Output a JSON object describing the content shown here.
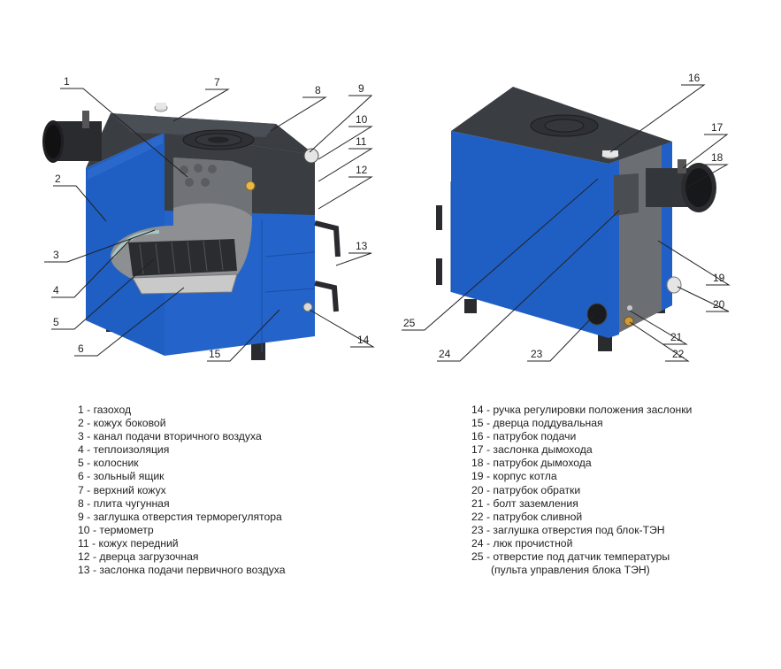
{
  "colors": {
    "body_blue": "#1f5fc4",
    "body_blue_dark": "#174a9c",
    "top_dark": "#3a3d42",
    "panel_gray": "#6b6e73",
    "refractory": "#8d8f93"
  },
  "callouts": {
    "n1": "1",
    "n2": "2",
    "n3": "3",
    "n4": "4",
    "n5": "5",
    "n6": "6",
    "n7": "7",
    "n8": "8",
    "n9": "9",
    "n10": "10",
    "n11": "11",
    "n12": "12",
    "n13": "13",
    "n14": "14",
    "n15": "15",
    "n16": "16",
    "n17": "17",
    "n18": "18",
    "n19": "19",
    "n20": "20",
    "n21": "21",
    "n22": "22",
    "n23": "23",
    "n24": "24",
    "n25": "25"
  },
  "legend_left": [
    "1 - газоход",
    "2 - кожух боковой",
    "3 - канал подачи вторичного воздуха",
    "4 - теплоизоляция",
    "5 - колосник",
    "6 - зольный ящик",
    "7 - верхний кожух",
    "8 - плита чугунная",
    "9 - заглушка отверстия терморегулятора",
    "10 - термометр",
    "11 - кожух передний",
    "12 - дверца загрузочная",
    "13 - заслонка подачи первичного воздуха"
  ],
  "legend_right": [
    "14 - ручка регулировки положения заслонки",
    "15 - дверца поддувальная",
    "16 - патрубок подачи",
    "17 - заслонка дымохода",
    "18 - патрубок дымохода",
    "19 - корпус котла",
    "20 - патрубок обратки",
    "21 - болт заземления",
    "22 - патрубок сливной",
    "23 - заглушка отверстия под блок-ТЭН",
    "24 - люк прочистной",
    "25 - отверстие под датчик температуры",
    "(пульта управления блока ТЭН)"
  ]
}
